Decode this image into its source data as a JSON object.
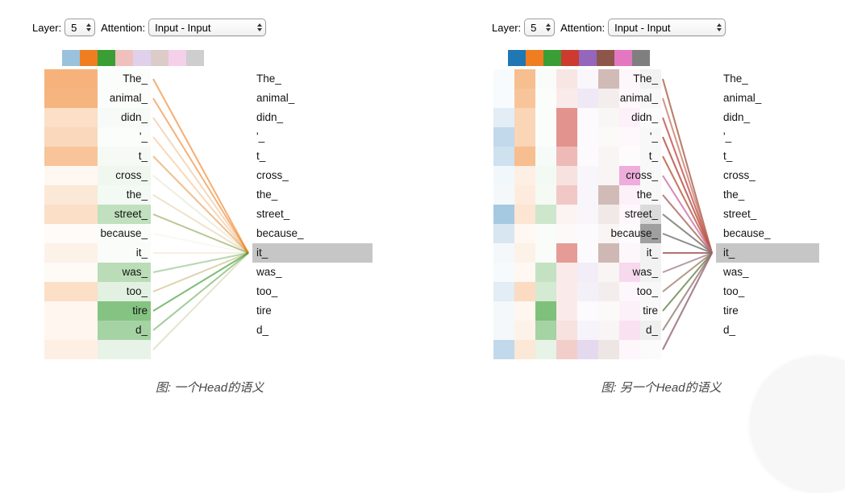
{
  "highlight_color": "#c6c6c6",
  "panels": [
    {
      "controls": {
        "layer_label": "Layer:",
        "layer_value": "5",
        "attention_label": "Attention:",
        "attention_value": "Input - Input"
      },
      "heads": [
        {
          "name": "blue",
          "color": "#1f77b4",
          "alpha": 0.45
        },
        {
          "name": "orange",
          "color": "#f07e21",
          "alpha": 1
        },
        {
          "name": "green",
          "color": "#3a9e35",
          "alpha": 1
        },
        {
          "name": "red",
          "color": "#cc3a30",
          "alpha": 0.32
        },
        {
          "name": "purple",
          "color": "#9467bd",
          "alpha": 0.3
        },
        {
          "name": "brown",
          "color": "#8c564b",
          "alpha": 0.3
        },
        {
          "name": "magenta",
          "color": "#e377c2",
          "alpha": 0.35
        },
        {
          "name": "gray",
          "color": "#7f7f7f",
          "alpha": 0.38
        }
      ],
      "tokens": [
        "The_",
        "animal_",
        "didn_",
        "'_",
        "t_",
        "cross_",
        "the_",
        "street_",
        "because_",
        "it_",
        "was_",
        "too_",
        "tire",
        "d_",
        ""
      ],
      "selected_token": "it_",
      "selected_index": 9,
      "columns": [
        {
          "head": "orange",
          "color": "#f07e21",
          "weights": [
            0.6,
            0.58,
            0.25,
            0.3,
            0.45,
            0.06,
            0.18,
            0.25,
            0.03,
            0.1,
            0.04,
            0.25,
            0.07,
            0.07,
            0.12
          ]
        },
        {
          "head": "green",
          "color": "#3a9e35",
          "weights": [
            0.02,
            0.02,
            0.04,
            0.02,
            0.05,
            0.08,
            0.06,
            0.32,
            0.03,
            0.03,
            0.35,
            0.15,
            0.62,
            0.45,
            0.12
          ]
        }
      ],
      "caption": "图: 一个Head的语义"
    },
    {
      "controls": {
        "layer_label": "Layer:",
        "layer_value": "5",
        "attention_label": "Attention:",
        "attention_value": "Input - Input"
      },
      "heads": [
        {
          "name": "blue",
          "color": "#1f77b4",
          "alpha": 1
        },
        {
          "name": "orange",
          "color": "#f07e21",
          "alpha": 1
        },
        {
          "name": "green",
          "color": "#3a9e35",
          "alpha": 1
        },
        {
          "name": "red",
          "color": "#cc3a30",
          "alpha": 1
        },
        {
          "name": "purple",
          "color": "#9467bd",
          "alpha": 1
        },
        {
          "name": "brown",
          "color": "#8c564b",
          "alpha": 1
        },
        {
          "name": "magenta",
          "color": "#e377c2",
          "alpha": 1
        },
        {
          "name": "gray",
          "color": "#7f7f7f",
          "alpha": 1
        }
      ],
      "tokens": [
        "The_",
        "animal_",
        "didn_",
        "'_",
        "t_",
        "cross_",
        "the_",
        "street_",
        "because_",
        "it_",
        "was_",
        "too_",
        "tire",
        "d_",
        ""
      ],
      "selected_token": "it_",
      "selected_index": 9,
      "columns": [
        {
          "head": "blue",
          "color": "#1f77b4",
          "weights": [
            0.03,
            0.03,
            0.13,
            0.28,
            0.22,
            0.06,
            0.05,
            0.4,
            0.18,
            0.05,
            0.04,
            0.13,
            0.05,
            0.05,
            0.28
          ]
        },
        {
          "head": "orange",
          "color": "#f07e21",
          "weights": [
            0.5,
            0.45,
            0.33,
            0.33,
            0.5,
            0.12,
            0.15,
            0.2,
            0.06,
            0.1,
            0.06,
            0.28,
            0.07,
            0.1,
            0.18
          ]
        },
        {
          "head": "green",
          "color": "#3a9e35",
          "weights": [
            0.03,
            0.02,
            0.02,
            0.02,
            0.04,
            0.06,
            0.05,
            0.25,
            0.03,
            0.03,
            0.3,
            0.22,
            0.65,
            0.45,
            0.12
          ]
        },
        {
          "head": "red",
          "color": "#cc3a30",
          "weights": [
            0.13,
            0.1,
            0.55,
            0.55,
            0.35,
            0.15,
            0.28,
            0.06,
            0.03,
            0.5,
            0.1,
            0.1,
            0.1,
            0.15,
            0.25
          ]
        },
        {
          "head": "purple",
          "color": "#9467bd",
          "weights": [
            0.05,
            0.15,
            0.03,
            0.03,
            0.03,
            0.06,
            0.06,
            0.06,
            0.03,
            0.03,
            0.12,
            0.1,
            0.03,
            0.08,
            0.25
          ]
        },
        {
          "head": "brown",
          "color": "#8c564b",
          "weights": [
            0.4,
            0.1,
            0.05,
            0.03,
            0.06,
            0.06,
            0.4,
            0.13,
            0.06,
            0.42,
            0.06,
            0.1,
            0.03,
            0.06,
            0.15
          ]
        },
        {
          "head": "magenta",
          "color": "#e377c2",
          "weights": [
            0.06,
            0.05,
            0.1,
            0.05,
            0.03,
            0.6,
            0.1,
            0.05,
            0.03,
            0.06,
            0.28,
            0.06,
            0.1,
            0.22,
            0.06
          ]
        },
        {
          "head": "gray",
          "color": "#7f7f7f",
          "weights": [
            0.1,
            0.05,
            0.03,
            0.05,
            0.05,
            0.05,
            0.05,
            0.28,
            0.75,
            0.1,
            0.1,
            0.05,
            0.05,
            0.12,
            0.03
          ]
        }
      ],
      "caption": "图: 另一个Head的语义"
    }
  ]
}
